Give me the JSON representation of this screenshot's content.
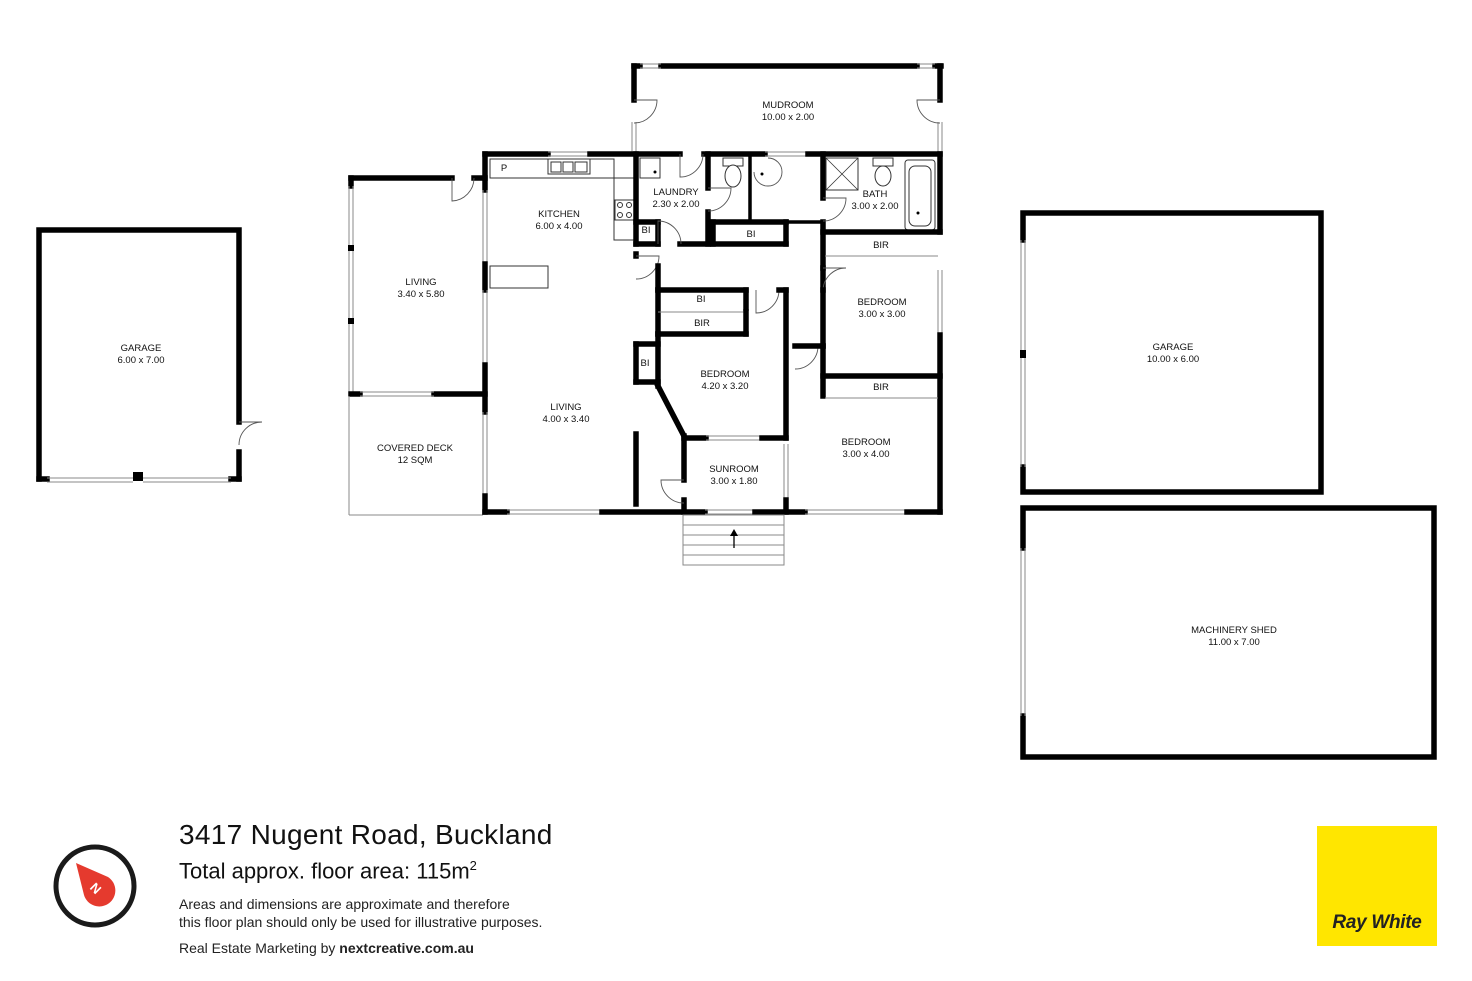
{
  "rooms": {
    "mudroom": {
      "name": "MUDROOM",
      "dims": "10.00 x 2.00"
    },
    "kitchen": {
      "name": "KITCHEN",
      "dims": "6.00 x 4.00"
    },
    "laundry": {
      "name": "LAUNDRY",
      "dims": "2.30 x 2.00"
    },
    "bath": {
      "name": "BATH",
      "dims": "3.00 x 2.00"
    },
    "living_left": {
      "name": "LIVING",
      "dims": "3.40 x 5.80"
    },
    "living_main": {
      "name": "LIVING",
      "dims": "4.00 x 3.40"
    },
    "bedroom_center": {
      "name": "BEDROOM",
      "dims": "4.20 x 3.20"
    },
    "bedroom_top_right": {
      "name": "BEDROOM",
      "dims": "3.00 x 3.00"
    },
    "bedroom_bottom_right": {
      "name": "BEDROOM",
      "dims": "3.00 x 4.00"
    },
    "sunroom": {
      "name": "SUNROOM",
      "dims": "3.00 x 1.80"
    },
    "covered_deck": {
      "name": "COVERED DECK",
      "dims": "12 SQM"
    },
    "garage_left": {
      "name": "GARAGE",
      "dims": "6.00 x 7.00"
    },
    "garage_right": {
      "name": "GARAGE",
      "dims": "10.00 x 6.00"
    },
    "machinery_shed": {
      "name": "MACHINERY SHED",
      "dims": "11.00 x 7.00"
    }
  },
  "small_labels": {
    "pantry": "P",
    "bi_laundry": "BI",
    "bi_hall": "BI",
    "bi_mid": "BI",
    "bi_left": "BI",
    "bir_center": "BIR",
    "bir_top_right": "BIR",
    "bir_bottom_right": "BIR"
  },
  "title": {
    "address": "3417 Nugent Road, Buckland",
    "area_prefix": "Total approx. floor area: 115m",
    "area_sup": "2",
    "disclaimer_line1": "Areas and dimensions are approximate and therefore",
    "disclaimer_line2": "this floor plan should only be used for illustrative purposes.",
    "credit_prefix": "Real Estate Marketing by ",
    "credit_site": "nextcreative.com.au"
  },
  "compass": {
    "letter": "N",
    "ring_color": "#1a1a1a",
    "needle_color": "#e53a2e"
  },
  "logo": {
    "text": "Ray White",
    "color": "#ffe600"
  }
}
